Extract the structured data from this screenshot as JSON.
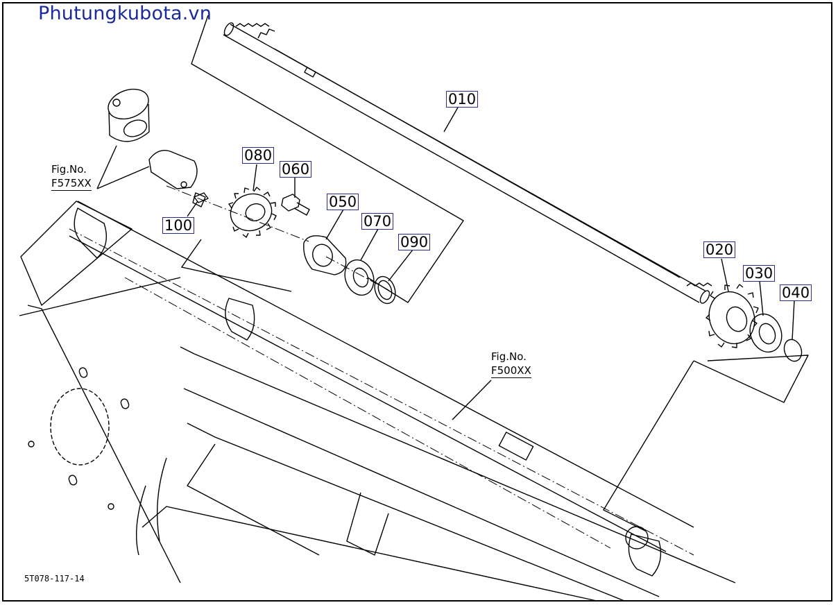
{
  "header": {
    "site_title": "Phutungkubota.vn"
  },
  "diagram": {
    "drawing_id": "5T078-117-14",
    "callouts": [
      {
        "name": "part-010",
        "label": "010"
      },
      {
        "name": "part-020",
        "label": "020"
      },
      {
        "name": "part-030",
        "label": "030"
      },
      {
        "name": "part-040",
        "label": "040"
      },
      {
        "name": "part-050",
        "label": "050"
      },
      {
        "name": "part-060",
        "label": "060"
      },
      {
        "name": "part-070",
        "label": "070"
      },
      {
        "name": "part-080",
        "label": "080"
      },
      {
        "name": "part-090",
        "label": "090"
      },
      {
        "name": "part-100",
        "label": "100"
      }
    ],
    "figure_refs": [
      {
        "label": "Fig.No.",
        "code": "F575XX"
      },
      {
        "label": "Fig.No.",
        "code": "F500XX"
      }
    ]
  }
}
